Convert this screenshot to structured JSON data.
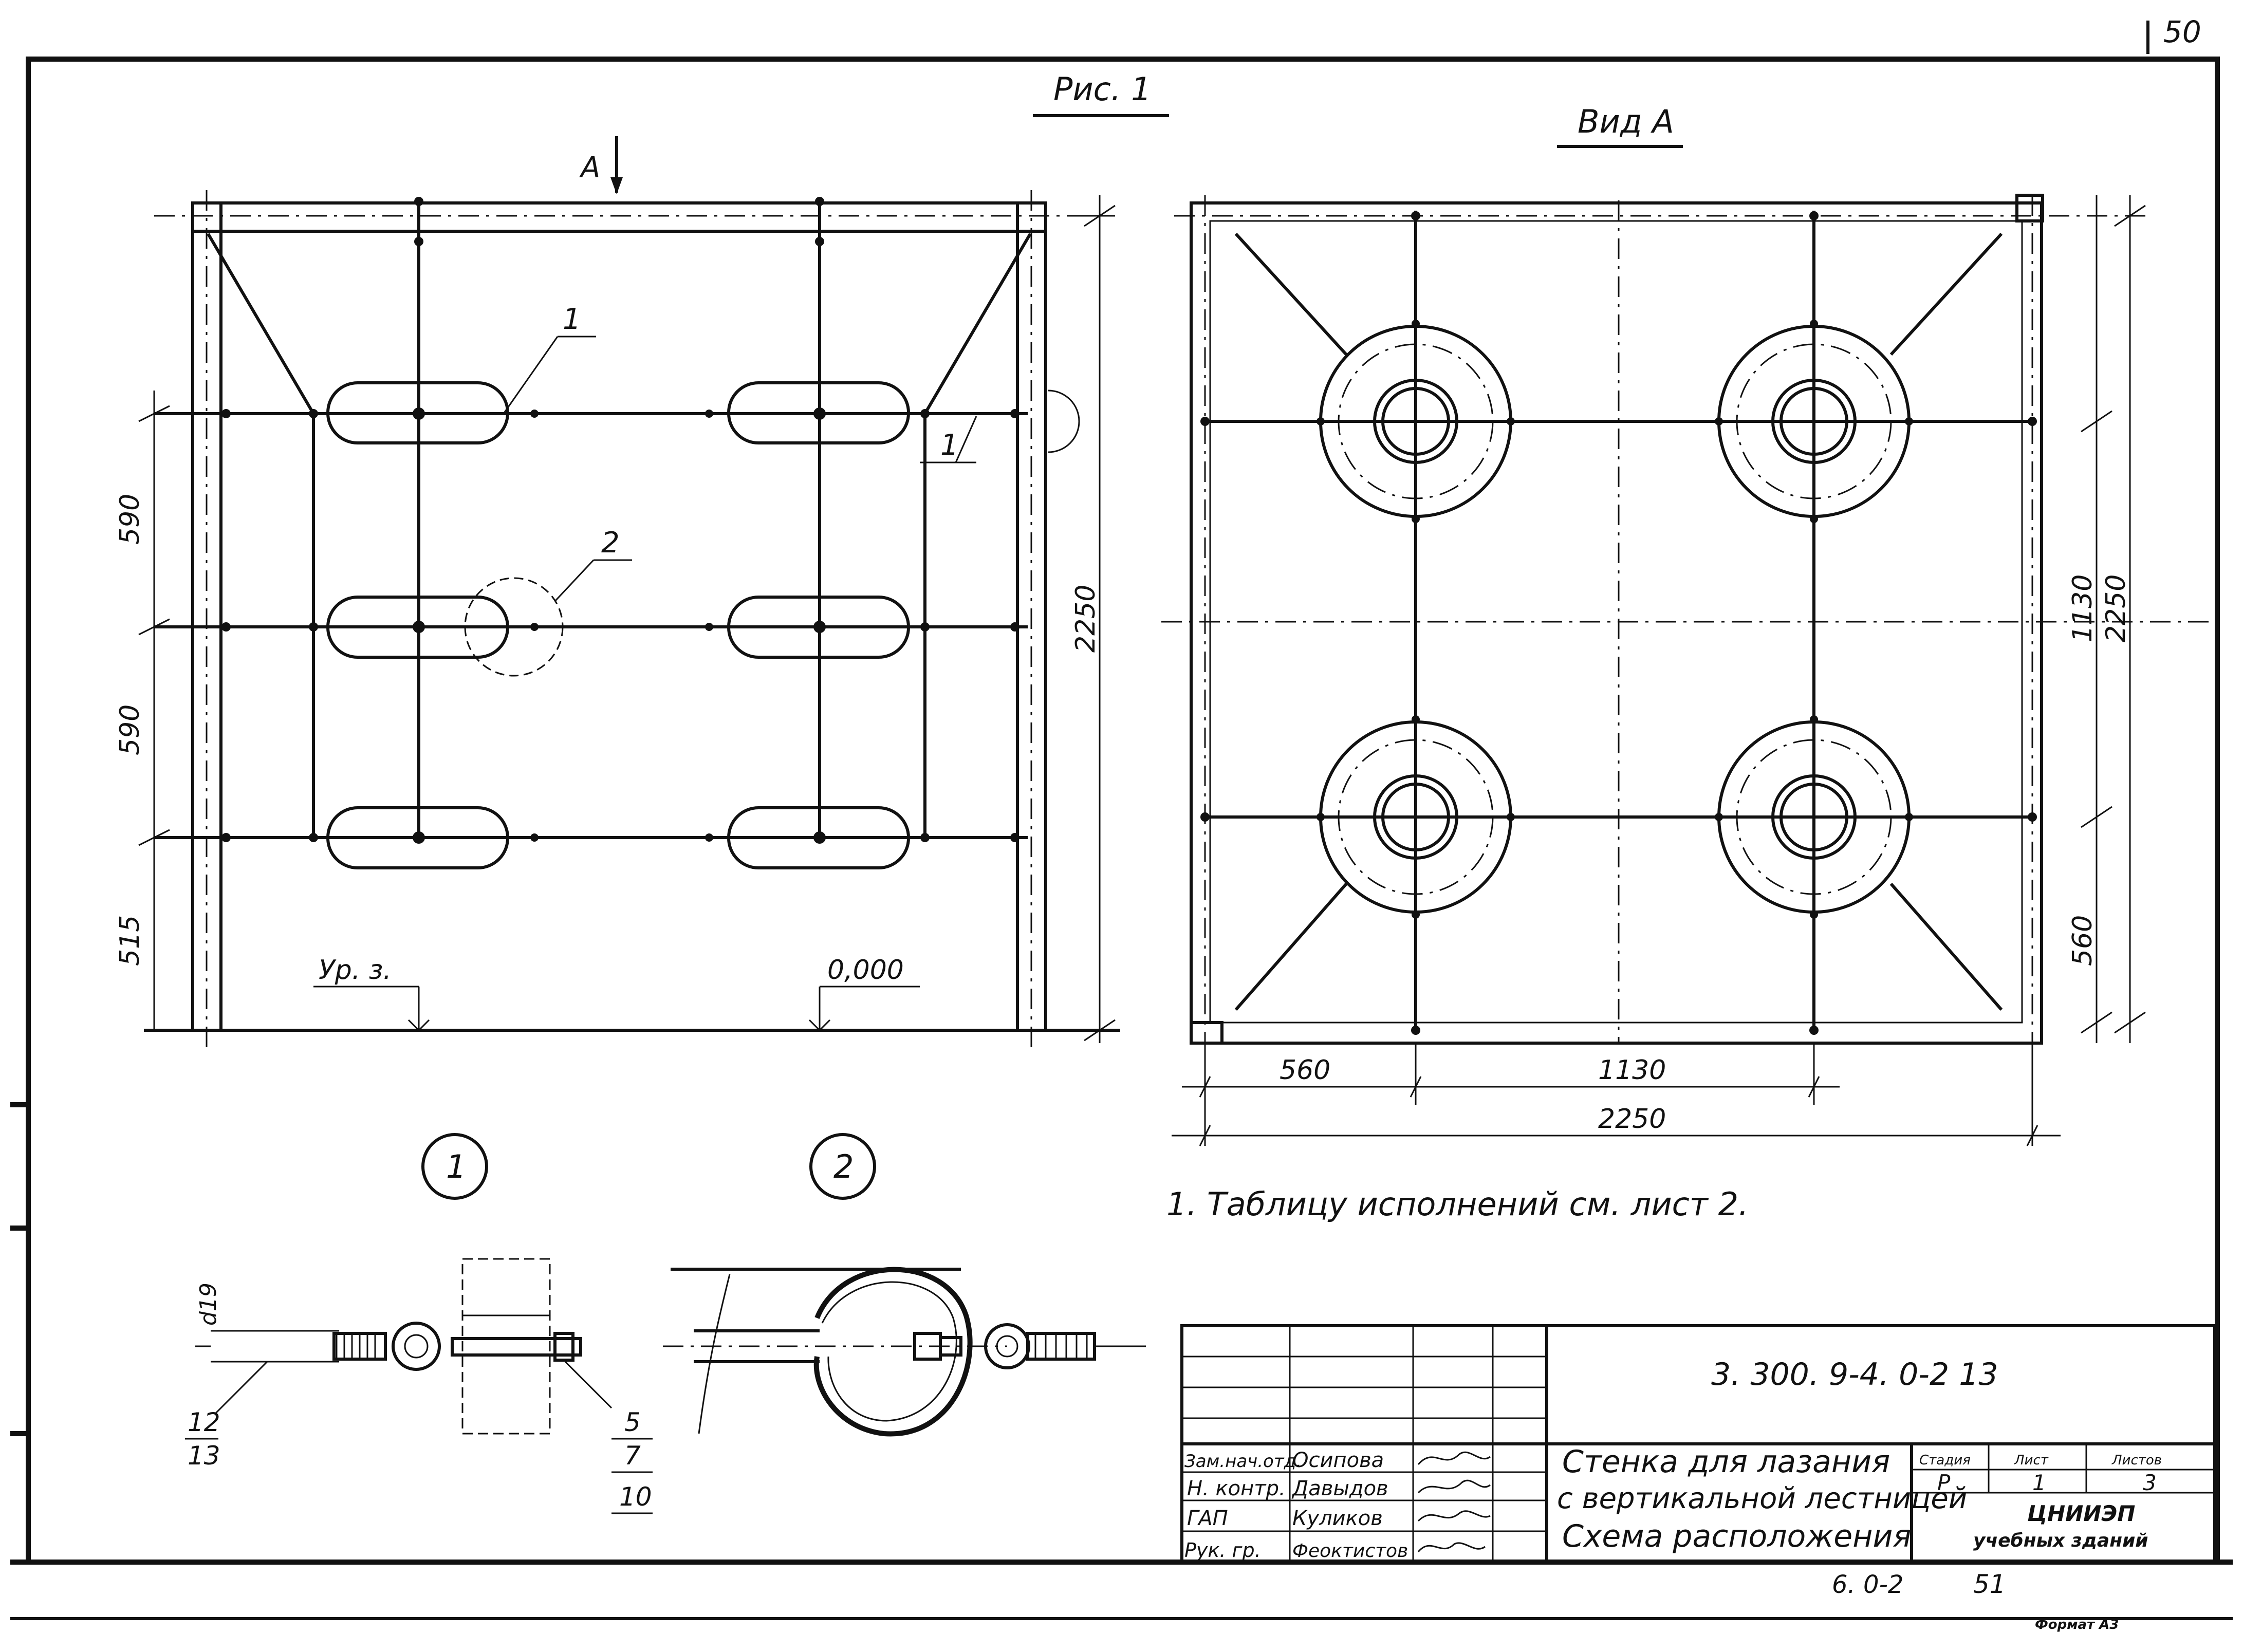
{
  "header": {
    "page_number": "50",
    "fig_title": "Рис. 1",
    "view_title": "Вид А",
    "arrow_label": "А"
  },
  "front_view": {
    "dims": [
      "590",
      "590",
      "515"
    ],
    "total": "2250",
    "callouts": [
      "1",
      "1",
      "2"
    ],
    "level_left": "Ур. з.",
    "level_right": "0,000"
  },
  "plan_view": {
    "dim_right": [
      "1130",
      "2250",
      "560"
    ],
    "dim_bottom": [
      "560",
      "1130",
      "2250"
    ]
  },
  "details": {
    "detail1_marker": "1",
    "detail2_marker": "2",
    "diameter_label": "d19",
    "pos_12_13": [
      "12",
      "13"
    ],
    "pos_5_7_10": [
      "5",
      "7",
      "10"
    ]
  },
  "note": "1. Таблицу исполнений см. лист 2.",
  "title_block": {
    "doc_code": "3. 300. 9-4. 0-2 13",
    "title_lines": [
      "Стенка для лазания",
      "с вертикальной лестницей",
      "Схема расположения"
    ],
    "stage_header": [
      "Стадия",
      "Лист",
      "Листов"
    ],
    "stage_values": [
      "Р",
      "1",
      "3"
    ],
    "roles": [
      "Зам.нач.отд.",
      "Н. контр.",
      "ГАП",
      "Рук. гр."
    ],
    "names": [
      "Осипова",
      "Давыдов",
      "Куликов",
      "Феоктистов"
    ],
    "org_lines": [
      "ЦНИИЭП",
      "учебных зданий"
    ]
  },
  "footer": {
    "series": "6. 0-2",
    "sheet": "51",
    "format": "Формат А3"
  }
}
